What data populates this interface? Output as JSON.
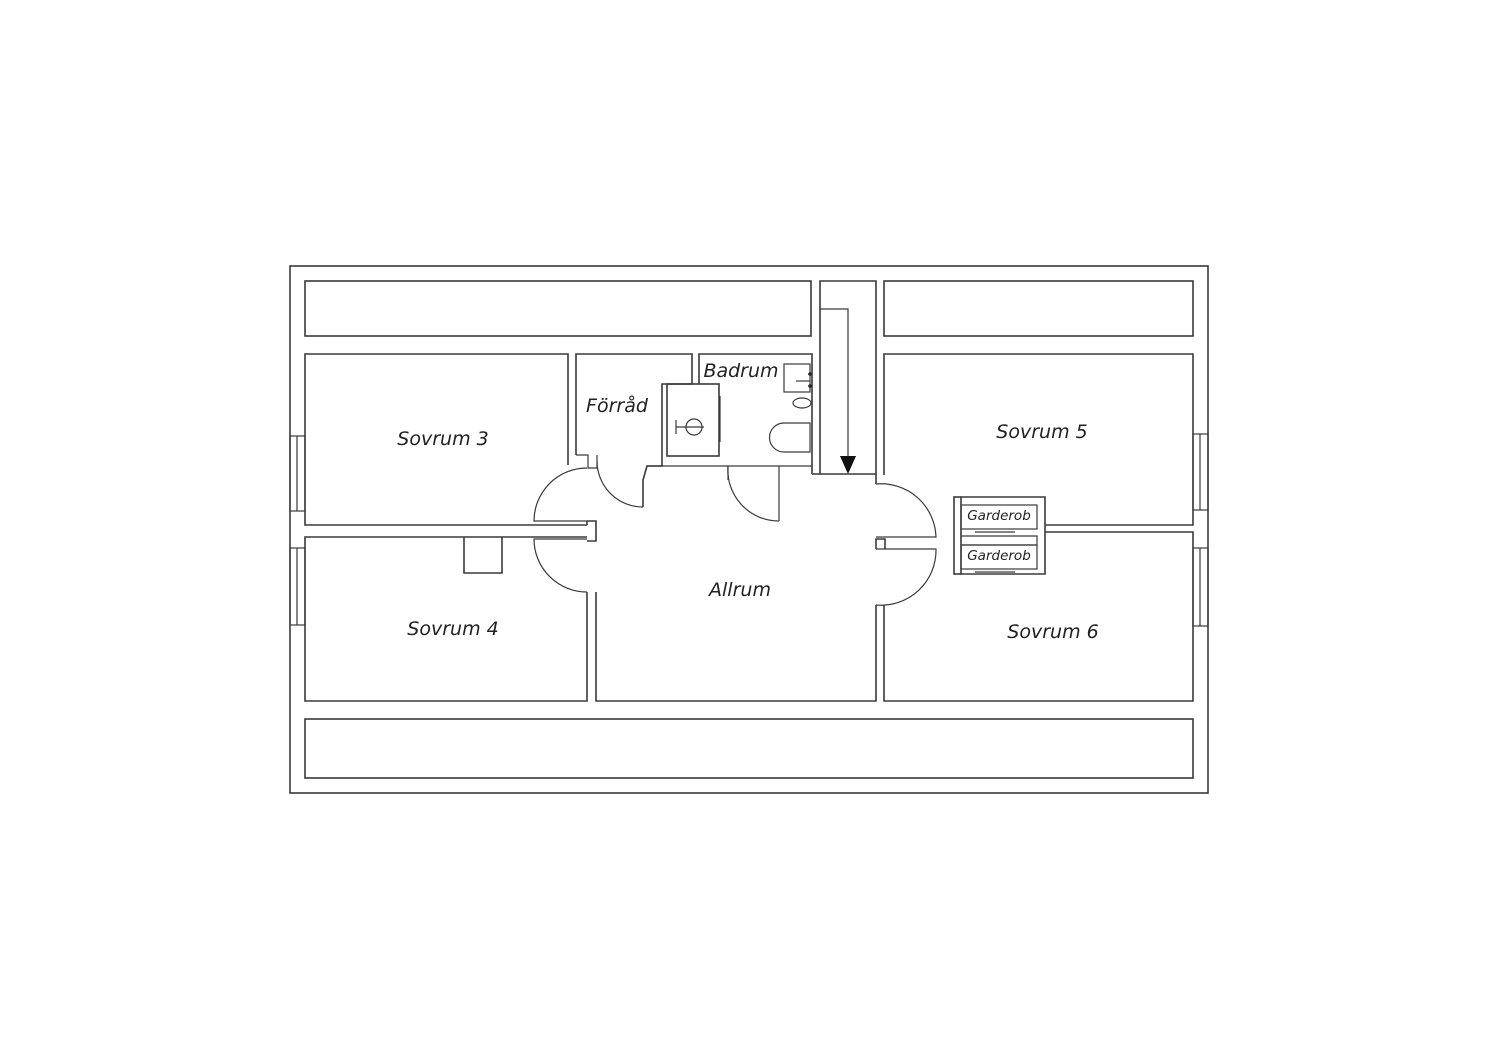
{
  "rooms": {
    "sovrum3": "Sovrum 3",
    "sovrum4": "Sovrum 4",
    "sovrum5": "Sovrum 5",
    "sovrum6": "Sovrum 6",
    "forrad": "Förråd",
    "badrum": "Badrum",
    "allrum": "Allrum",
    "garderob_top": "Garderob",
    "garderob_bottom": "Garderob"
  },
  "icons": {
    "stair_arrow": "stair-arrow-icon",
    "shower": "shower-icon",
    "sink": "sink-icon",
    "toilet": "toilet-icon"
  },
  "colors": {
    "line": "#3a3a3a",
    "text": "#222222",
    "background": "#ffffff"
  }
}
